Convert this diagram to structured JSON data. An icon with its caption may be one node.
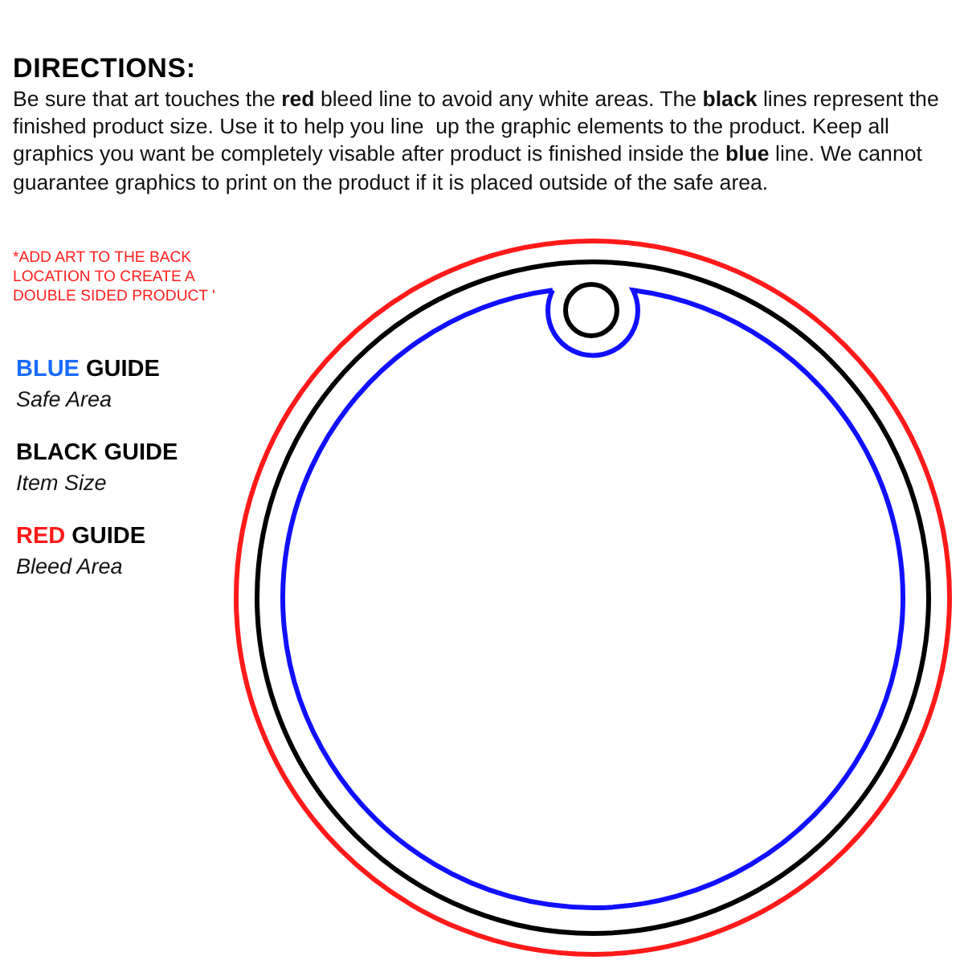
{
  "diagram": {
    "title": "DIRECTIONS:",
    "labels": [
      "Be sure that art touches the **red** bleed line to avoid any white areas. The **black** lines represent the finished product size. Use it to help you line  up the graphic elements to the product. Keep all  graphics you want be completely visable after product is finished inside the **blue** line. We cannot guarantee graphics to print on the product if it is placed outside of the safe area.",
      "*ADD ART TO THE BACK LOCATION TO CREATE A DOUBLE SIDED PRODUCT '",
      "BLUE GUIDE",
      "Safe Area",
      "BLACK GUIDE",
      "Item Size",
      "RED GUIDE",
      "Bleed Area"
    ]
  }
}
